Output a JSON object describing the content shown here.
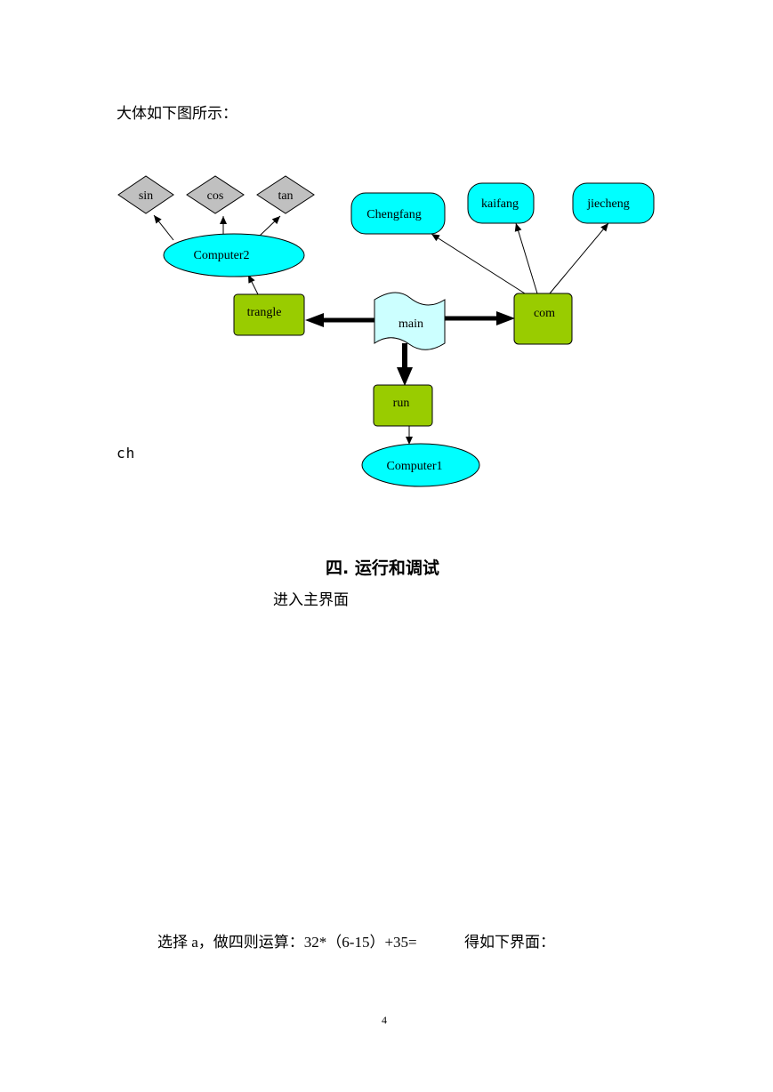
{
  "intro_text": "大体如下图所示：",
  "stray_text": "ch",
  "section_heading": "四. 运行和调试",
  "enter_text": "进入主界面",
  "select_text": "选择 a，做四则运算：32*（6-15）+35=",
  "result_text": "得如下界面：",
  "page_number": "4",
  "diagram": {
    "nodes": {
      "sin": "sin",
      "cos": "cos",
      "tan": "tan",
      "computer2": "Computer2",
      "trangle": "trangle",
      "main": "main",
      "com": "com",
      "run": "run",
      "computer1": "Computer1",
      "chengfang": "Chengfang",
      "kaifang": "kaifang",
      "jiecheng": "jiecheng"
    },
    "colors": {
      "diamond_fill": "#c0c0c0",
      "ellipse_fill": "#00ffff",
      "box_fill": "#99cc00",
      "doc_fill": "#ccffff",
      "rounded_fill": "#00ffff"
    }
  }
}
